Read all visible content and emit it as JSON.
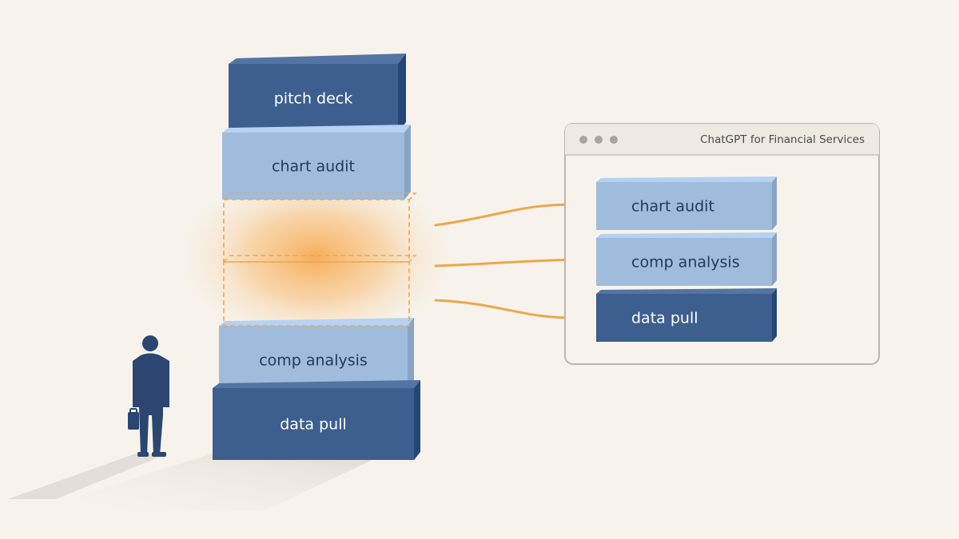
{
  "tower": {
    "blocks": [
      {
        "id": "pitch-deck",
        "label": "pitch deck",
        "tone": "dark"
      },
      {
        "id": "chart-audit",
        "label": "chart audit",
        "tone": "light"
      },
      {
        "id": "comp-analysis",
        "label": "comp analysis",
        "tone": "light"
      },
      {
        "id": "data-pull",
        "label": "data pull",
        "tone": "dark"
      }
    ],
    "removed_slots": 2
  },
  "window": {
    "title": "ChatGPT for Financial Services",
    "blocks": [
      {
        "id": "chart-audit",
        "label": "chart audit",
        "tone": "light"
      },
      {
        "id": "comp-analysis",
        "label": "comp analysis",
        "tone": "light"
      },
      {
        "id": "data-pull",
        "label": "data pull",
        "tone": "dark"
      }
    ]
  },
  "colors": {
    "background": "#f7f3ec",
    "dark_block": "#3d5f8f",
    "light_block": "#9fbcdc",
    "highlight_orange": "#f0a64a",
    "window_border": "#b9b4ad",
    "dark_label": "#ffffff",
    "light_label": "#223a5e"
  },
  "icons": [
    "businessman-figure",
    "briefcase-icon",
    "window-dot-icons",
    "arrow-icons"
  ]
}
